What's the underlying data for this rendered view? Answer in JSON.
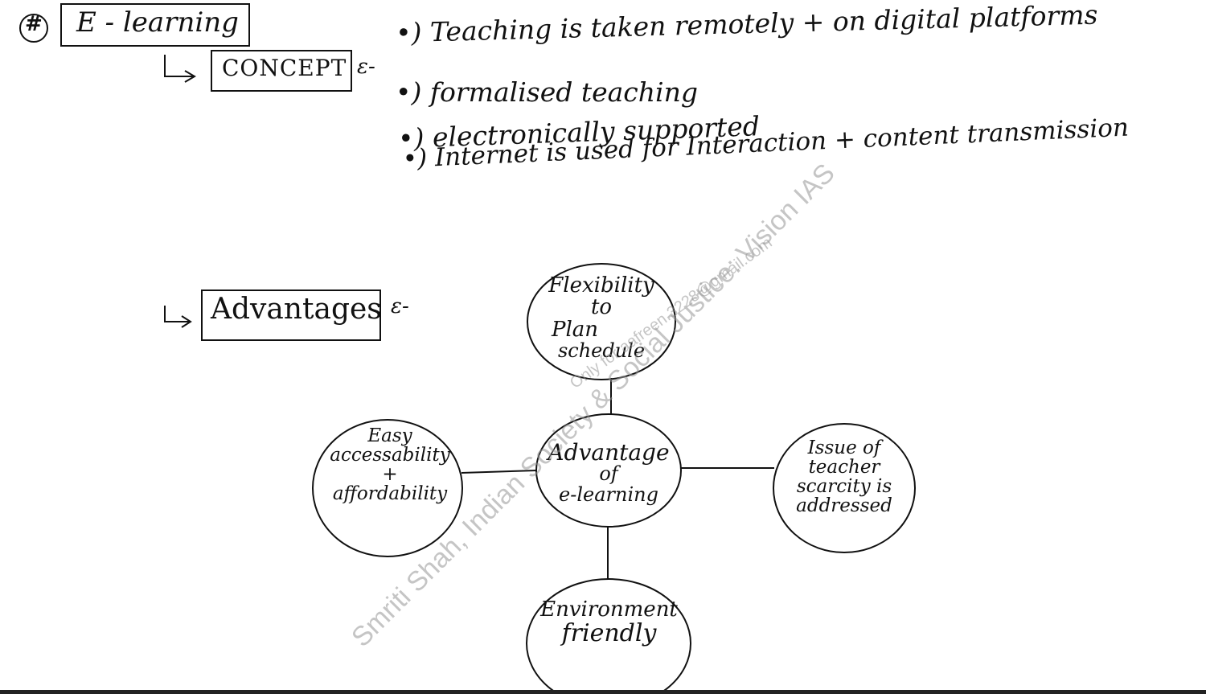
{
  "heading": {
    "hash_symbol": "#",
    "title": "E - learning"
  },
  "concept": {
    "arrow": "↳",
    "label": "CONCEPT",
    "separator": "ε-",
    "points": [
      "•) Teaching is taken remotely + on digital platforms",
      "•) formalised teaching",
      "•) electronically supported",
      "•) Internet is used for Interaction + content transmission"
    ]
  },
  "advantages": {
    "arrow": "↳",
    "label": "Advantages",
    "separator": "ε-"
  },
  "mindmap": {
    "center": [
      "Advantage",
      "of",
      "e-learning"
    ],
    "nodes": {
      "top": [
        "Flexibility",
        "to",
        "Plan",
        "schedule"
      ],
      "left": [
        "Easy",
        "accessability",
        "+",
        "affordability"
      ],
      "right": [
        "Issue of",
        "teacher",
        "scarcity is",
        "addressed"
      ],
      "bottom": [
        "Environment",
        "friendly"
      ]
    }
  },
  "watermark": {
    "line1": "Smriti Shah, Indian Society & Social Justice: Vision IAS",
    "line2": "Only for aafreen.3228@gmail.com"
  }
}
